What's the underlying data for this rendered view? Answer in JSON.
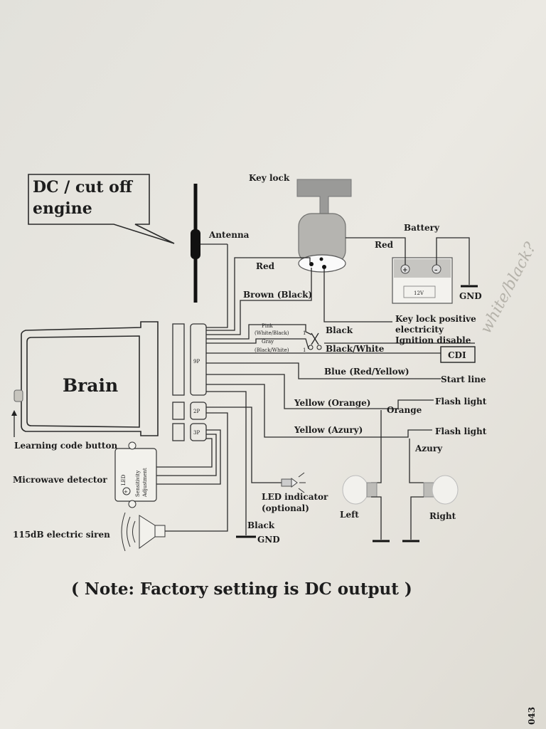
{
  "callout": {
    "line1": "DC / cut off",
    "line2": "engine"
  },
  "labels": {
    "key_lock": "Key lock",
    "antenna": "Antenna",
    "battery": "Battery",
    "red_battery": "Red",
    "red_keylock": "Red",
    "battery_voltage": "12V",
    "gnd_battery": "GND",
    "brown": "Brown (Black)",
    "pink_line1": "Pink",
    "pink_line2": "(White/Black)",
    "gray_line1": "Gray",
    "gray_line2": "(Black/White)",
    "cut_1a": "1",
    "cut_1b": "1",
    "black_ign": "Black",
    "key_positive_1": "Key lock positive",
    "key_positive_2": "electricity",
    "ignition_disable": "Ignition disable",
    "black_white": "Black/White",
    "cdi": "CDI",
    "blue": "Blue (Red/Yellow)",
    "start_line": "Start line",
    "yellow_orange": "Yellow (Orange)",
    "orange": "Orange",
    "flash_light_1": "Flash light",
    "yellow_azury": "Yellow (Azury)",
    "flash_light_2": "Flash light",
    "azury": "Azury",
    "brain": "Brain",
    "conn_9p": "9P",
    "conn_2p": "2P",
    "conn_3p": "3P",
    "learning_button": "Learning code button",
    "microwave": "Microwave detector",
    "mw_led": "LED",
    "mw_sens_1": "Sensitivity",
    "mw_sens_2": "Adjustment",
    "siren": "115dB electric siren",
    "led_ind_1": "LED indicator",
    "led_ind_2": "(optional)",
    "left": "Left",
    "right": "Right",
    "black_gnd": "Black",
    "gnd_bottom": "GND",
    "handwriting": "white/black?",
    "edge_num": "043"
  },
  "note": "( Note: Factory setting is DC output )"
}
